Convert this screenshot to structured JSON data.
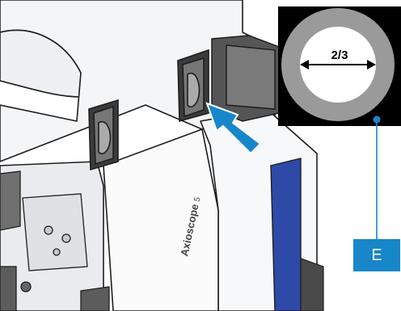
{
  "inset": {
    "fraction_label": "2/3"
  },
  "callout": {
    "label": "E"
  },
  "instrument": {
    "brand": "Axioscope",
    "model_number": "5"
  },
  "colors": {
    "arrow": "#1787c9",
    "callout": "#1787c9",
    "inset_ring": "#9a9a9a",
    "inset_background": "#000000",
    "front_panel": "#2e4aa8"
  }
}
